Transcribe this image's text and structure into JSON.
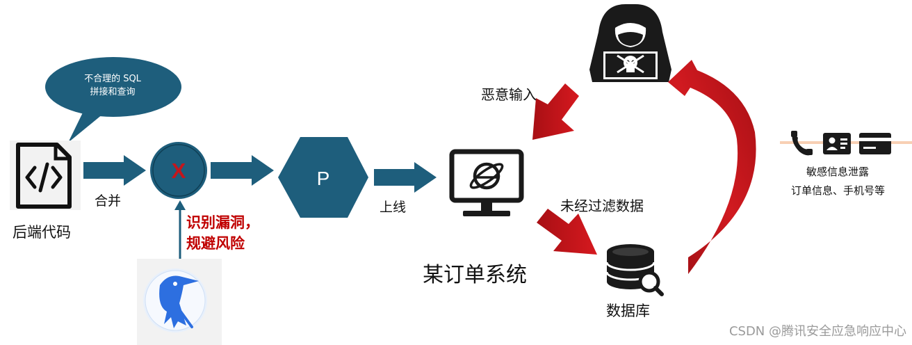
{
  "bubble": {
    "line1": "不合理的 SQL",
    "line2": "拼接和查询"
  },
  "code_file_label": "后端代码",
  "merge_label": "合并",
  "block_node": {
    "symbol": "X"
  },
  "scanner_annotation": {
    "line1": "识别漏洞，",
    "line2": "规避风险"
  },
  "hexagon_node": {
    "label": "P"
  },
  "deploy_label": "上线",
  "system_label": "某订单系统",
  "malicious_input_label": "恶意输入",
  "unfiltered_data_label": "未经过滤数据",
  "database_label": "数据库",
  "leak": {
    "title": "敏感信息泄露",
    "detail": "订单信息、手机号等"
  },
  "watermark": "CSDN @腾讯安全应急响应中心",
  "colors": {
    "teal": "#1e5e7c",
    "red_arrow": "#c4161c",
    "dark": "#1a1a1a",
    "annotation_red": "#c00000",
    "orange_line": "#f4b183"
  },
  "icons": [
    "code-file-icon",
    "hacker-icon",
    "skull-icon",
    "monitor-icon",
    "globe-icon",
    "database-icon",
    "magnifier-icon",
    "phone-icon",
    "id-card-icon",
    "credit-card-icon",
    "woodpecker-icon"
  ]
}
